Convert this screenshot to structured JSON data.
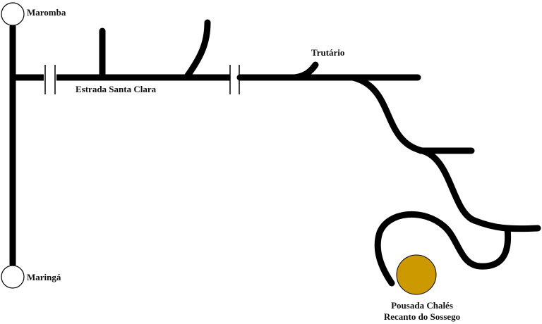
{
  "map": {
    "places": {
      "top_left": "Maromba",
      "bottom_left": "Maringá",
      "road": "Estrada Santa Clara",
      "junction": "Trutário",
      "destination_line1": "Pousada Chalés",
      "destination_line2": "Recanto do Sossego"
    },
    "colors": {
      "road": "#000000",
      "destination_marker": "#cc9900",
      "town_marker_fill": "#ffffff",
      "background": "#ffffff"
    }
  }
}
